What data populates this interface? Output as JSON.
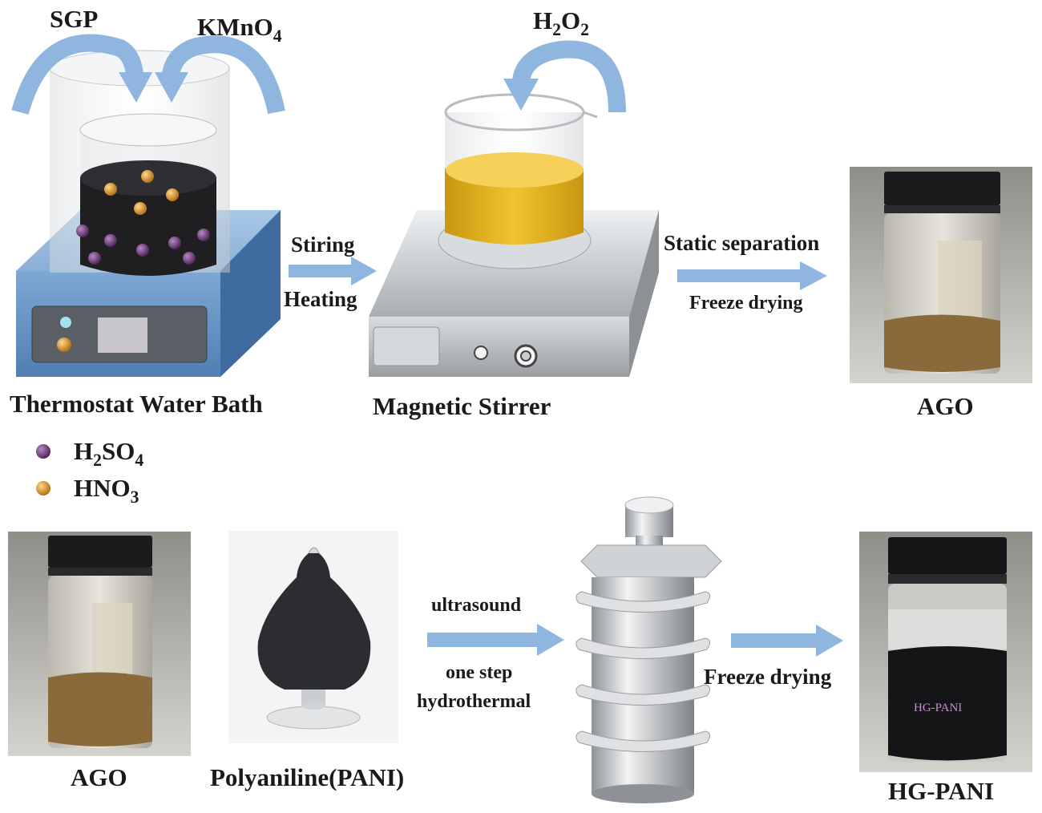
{
  "top": {
    "reagent_sgp": "SGP",
    "reagent_kmno4": {
      "main": "KMnO",
      "sub": "4"
    },
    "reagent_h2o2": {
      "a": "H",
      "a_sub": "2",
      "b": "O",
      "b_sub": "2"
    },
    "arrow1_top": "Stiring",
    "arrow1_bottom": "Heating",
    "arrow2_top": "Static separation",
    "arrow2_bottom": "Freeze drying",
    "label_bath": "Thermostat Water Bath",
    "label_stirrer": "Magnetic Stirrer",
    "label_ago": "AGO"
  },
  "legend": {
    "h2so4": {
      "a": "H",
      "a_sub": "2",
      "b": "SO",
      "b_sub": "4",
      "color": "#5b2a66"
    },
    "hno3": {
      "a": "HNO",
      "a_sub": "3",
      "color": "#d08a1e"
    }
  },
  "bottom": {
    "label_ago": "AGO",
    "label_pani": "Polyaniline(PANI)",
    "arrow3_top": "ultrasound",
    "arrow3_mid": "one step",
    "arrow3_bottom": "hydrothermal",
    "arrow4": "Freeze drying",
    "vial_text": "HG-PANI",
    "label_hgpani": "HG-PANI"
  },
  "colors": {
    "arrow": "#8fb6de",
    "bath_blue": "#7fa8d4",
    "stirrer_gray": "#c8cbcf",
    "liquid_yellow": "#e0b11c",
    "ago_brown": "#8a6a3a"
  }
}
